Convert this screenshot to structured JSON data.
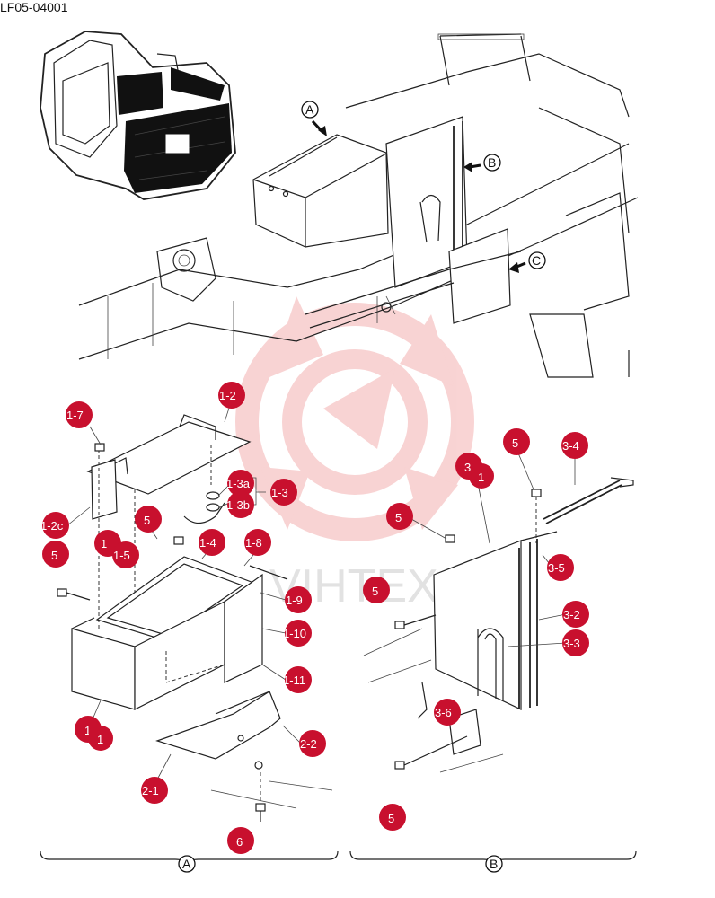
{
  "doc_code": "LF05-04001",
  "view_labels": {
    "a": "A",
    "b": "B",
    "c": "C",
    "bottom_a": "A",
    "bottom_b": "B"
  },
  "watermark": "VIHTEX",
  "callouts": {
    "c_1_7": "1-7",
    "c_1_2": "1-2",
    "c_1_3a": "1-3a",
    "c_1_3b": "1-3b",
    "c_1_3": "1-3",
    "c_1_2c": "1-2c",
    "c_5_a": "5",
    "c_5_b": "5",
    "c_1_5": "1-5",
    "c_1_6": "1",
    "c_1_4": "1-4",
    "c_1_8": "1-8",
    "c_1_9": "1-9",
    "c_1_10": "1-10",
    "c_1_11": "1-11",
    "c_1": "1",
    "c_1_1": "1",
    "c_2_2": "2-2",
    "c_2_1": "2-1",
    "c_6": "6",
    "c_3": "3",
    "c_3_1": "1",
    "c_5_c": "5",
    "c_3_4": "3-4",
    "c_5_d": "5",
    "c_3_5": "3-5",
    "c_5_e": "5",
    "c_3_2": "3-2",
    "c_3_3": "3-3",
    "c_3_6": "3-6",
    "c_5_f": "5"
  }
}
